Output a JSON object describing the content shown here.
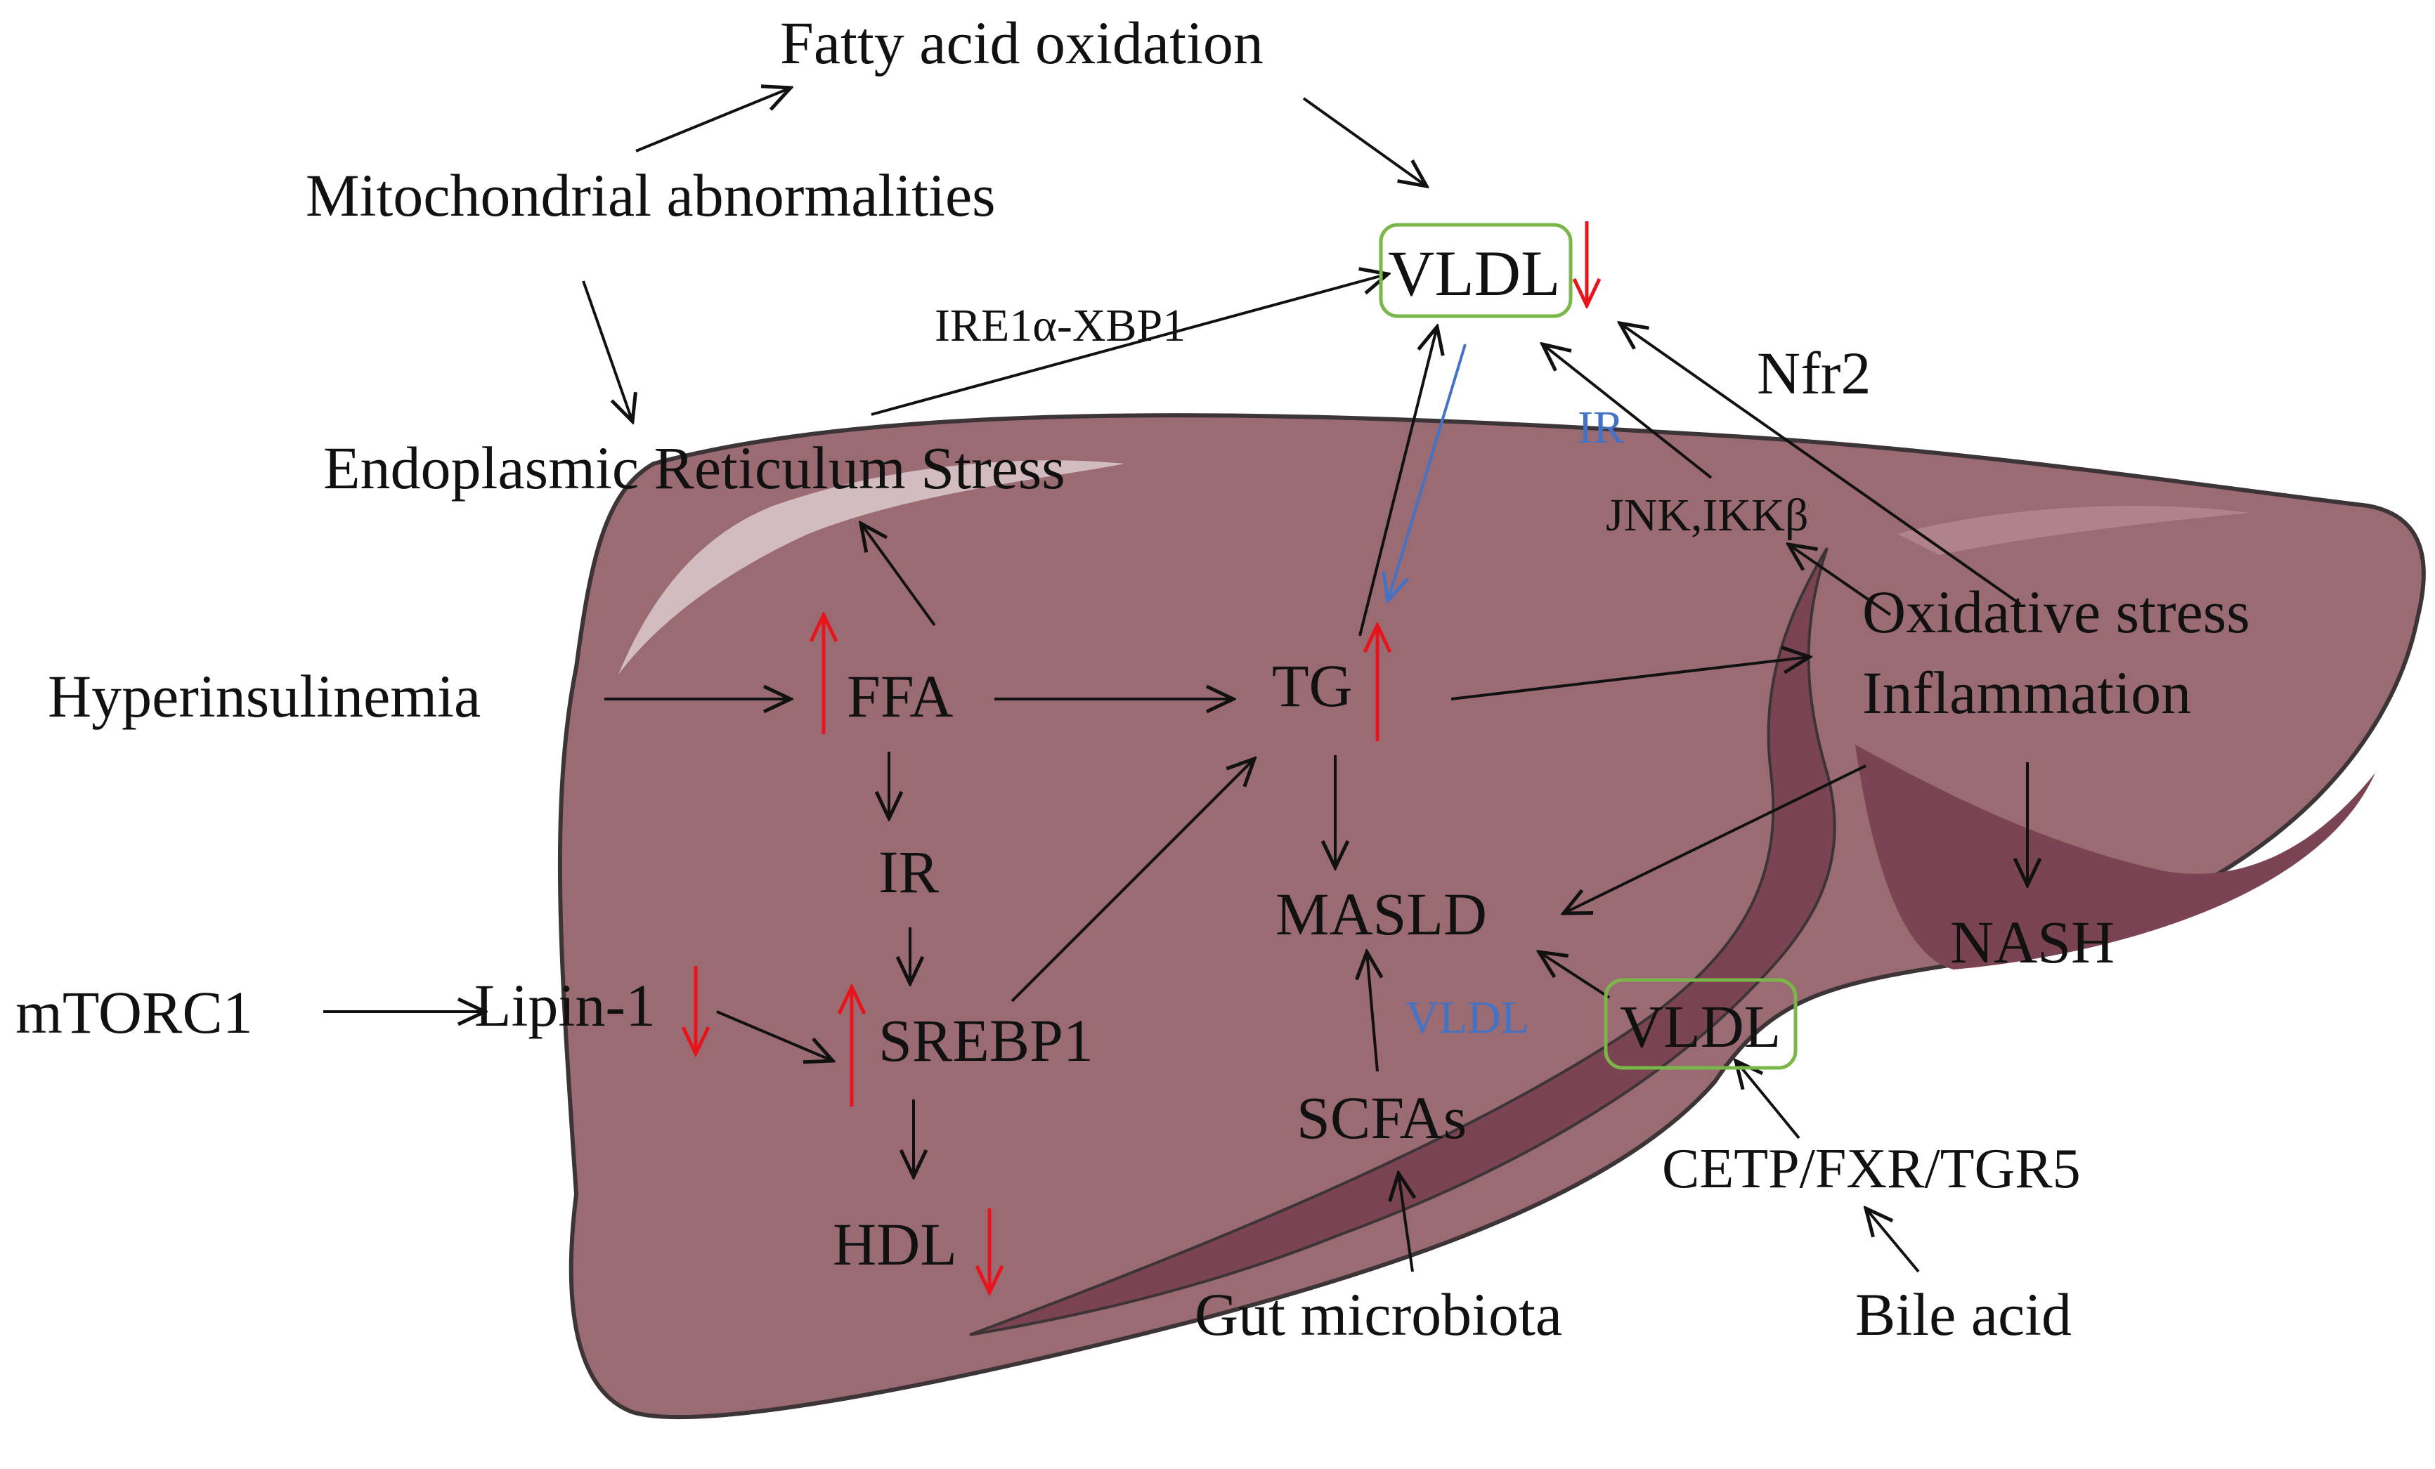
{
  "diagram": {
    "labels": {
      "fatty_acid_oxidation": "Fatty acid oxidation",
      "mitochondrial_abnormalities": "Mitochondrial abnormalities",
      "vldl_top": "VLDL",
      "ire1a_xbp1": "IRE1α-XBP1",
      "nfr2": "Nfr2",
      "er_stress": "Endoplasmic Reticulum Stress",
      "ir_blue": "IR",
      "jnk_ikkb": "JNK,IKKβ",
      "hyperinsulinemia": "Hyperinsulinemia",
      "ffa": "FFA",
      "tg": "TG",
      "oxidative_stress": "Oxidative stress",
      "inflammation": "Inflammation",
      "ir": "IR",
      "masld": "MASLD",
      "nash": "NASH",
      "mtorc1": "mTORC1",
      "lipin1": "Lipin-1",
      "srebp1": "SREBP1",
      "vldl_blue": "VLDL",
      "vldl_bottom": "VLDL",
      "scfas": "SCFAs",
      "cetp_fxr_tgr5": "CETP/FXR/TGR5",
      "hdl": "HDL",
      "gut_microbiota": "Gut microbiota",
      "bile_acid": "Bile acid"
    },
    "colors": {
      "liver_fill": "#9b6b74",
      "liver_dark": "#7a4452",
      "liver_outline": "#3d3438",
      "text": "#111111",
      "up_down_arrow": "#e8141c",
      "blue_accent": "#4472c4",
      "box_outline": "#7ab648"
    },
    "indicators": {
      "vldl_top": "down",
      "ffa": "up",
      "tg": "up",
      "lipin1": "down",
      "srebp1": "up",
      "hdl": "down"
    }
  }
}
